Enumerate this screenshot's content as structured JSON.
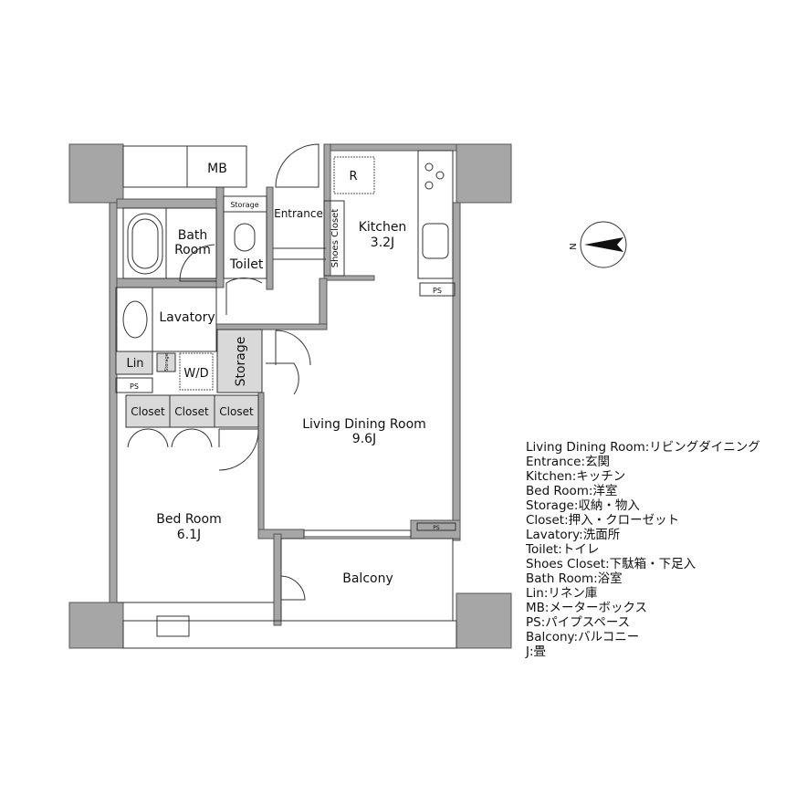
{
  "rooms": {
    "mb": "MB",
    "refrigerator": "R",
    "bath": "Bath",
    "bath2": "Room",
    "storage_small": "Storage",
    "toilet": "Toilet",
    "entrance": "Entrance",
    "shoes_closet": "Shoes Closet",
    "kitchen": "Kitchen",
    "kitchen_size": "3.2J",
    "ps_kitchen": "PS",
    "lavatory": "Lavatory",
    "lin": "Lin",
    "storage_tiny": "Storage",
    "wd": "W/D",
    "ps_lav": "PS",
    "storage": "Storage",
    "closets": [
      "Closet",
      "Closet",
      "Closet"
    ],
    "ldr": "Living Dining Room",
    "ldr_size": "9.6J",
    "ps_ldr": "PS",
    "bed": "Bed Room",
    "bed_size": "6.1J",
    "balcony": "Balcony"
  },
  "compass": {
    "label": "N"
  },
  "legend": [
    "Living Dining Room:リビングダイニング",
    "Entrance:玄関",
    "Kitchen:キッチン",
    "Bed Room:洋室",
    "Storage:収納・物入",
    "Closet:押入・クローゼット",
    "Lavatory:洗面所",
    "Toilet:トイレ",
    "Shoes Closet:下駄箱・下足入",
    "Bath Room:浴室",
    "Lin:リネン庫",
    "MB:メーターボックス",
    "PS:パイプスペース",
    "Balcony:バルコニー",
    "J:畳"
  ],
  "colors": {
    "wall": "#a6a6a6",
    "storage_fill": "#d9d9d9",
    "line": "#333333"
  }
}
